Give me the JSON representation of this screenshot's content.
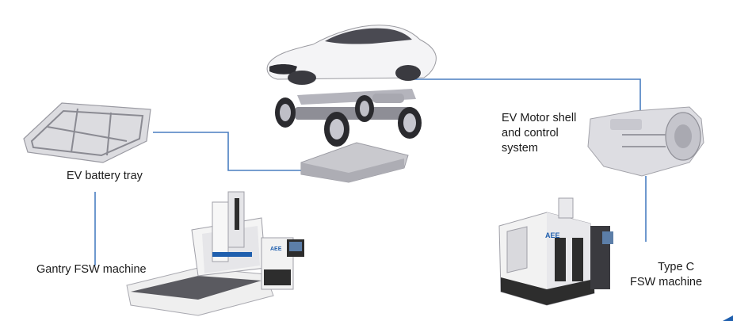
{
  "labels": {
    "battery_tray": "EV battery tray",
    "gantry_machine": "Gantry FSW machine",
    "motor_line1": "EV Motor shell",
    "motor_line2": "and control",
    "motor_line3": "system",
    "typec_line1": "Type C",
    "typec_line2": "FSW machine"
  },
  "machine_brand": "AEE",
  "colors": {
    "connector": "#4a7fc1",
    "accent_blue": "#1f5fae",
    "machine_white": "#f2f2f2",
    "machine_dark": "#2d2d2d"
  }
}
